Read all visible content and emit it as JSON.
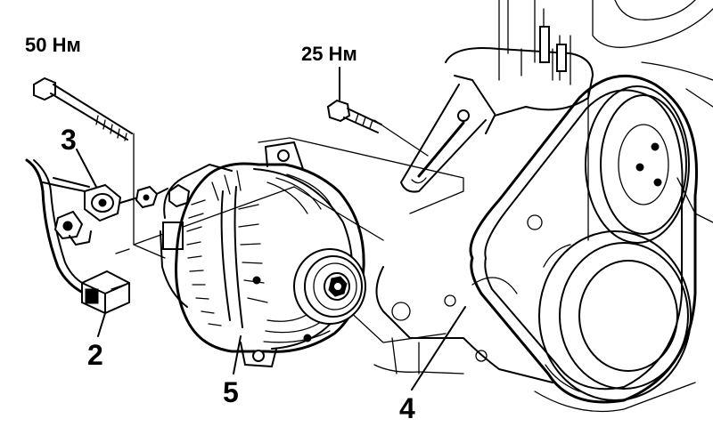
{
  "labels": {
    "torque_long_bolt": "50 Нм",
    "torque_adjust_bolt": "25 Нм",
    "part_2": "2",
    "part_3": "3",
    "part_4": "4",
    "part_5": "5"
  }
}
